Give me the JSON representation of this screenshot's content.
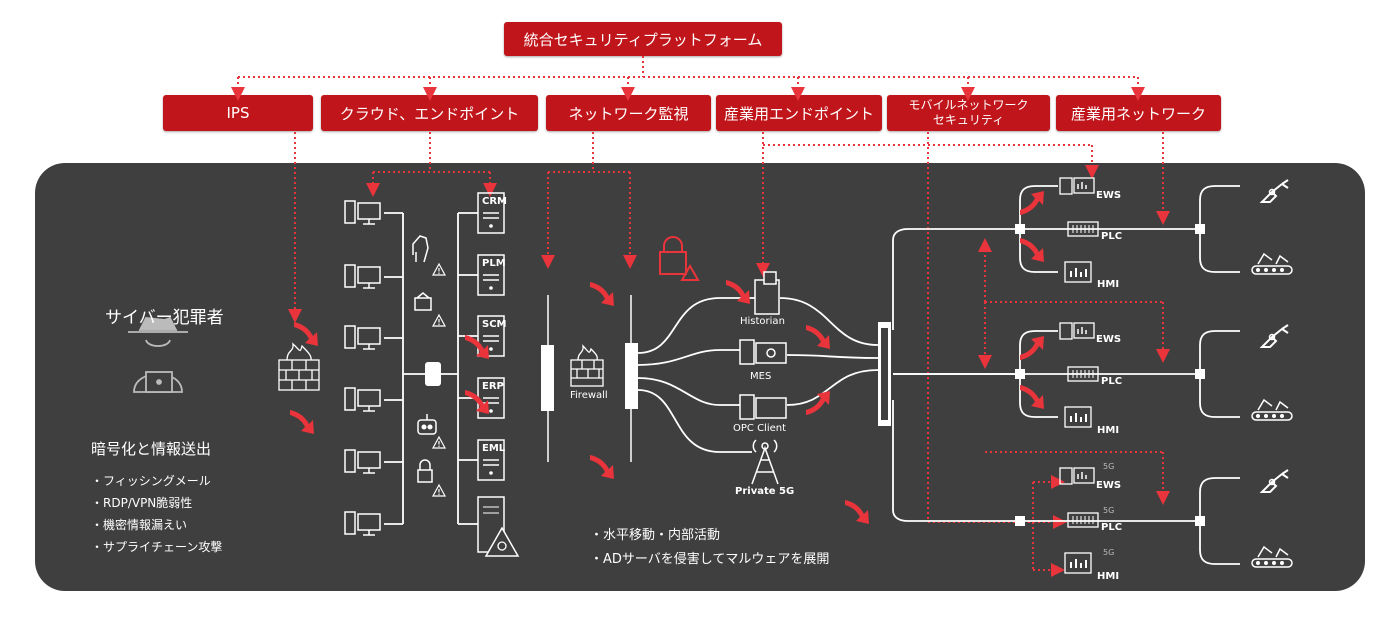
{
  "platform": {
    "title": "統合セキュリティプラットフォーム"
  },
  "categories": [
    {
      "label": "IPS"
    },
    {
      "label": "クラウド、エンドポイント"
    },
    {
      "label": "ネットワーク監視"
    },
    {
      "label": "産業用エンドポイント"
    },
    {
      "label_line1": "モバイルネットワーク",
      "label_line2": "セキュリティ"
    },
    {
      "label": "産業用ネットワーク"
    }
  ],
  "attacker": {
    "title": "サイバー犯罪者",
    "subtitle": "暗号化と情報送出",
    "items": [
      "・フィッシングメール",
      "・RDP/VPN脆弱性",
      "・機密情報漏えい",
      "・サプライチェーン攻撃"
    ]
  },
  "servers": [
    "CRM",
    "PLM",
    "SCM",
    "ERP",
    "EML"
  ],
  "network": {
    "firewall": "Firewall",
    "historian": "Historian",
    "mes": "MES",
    "opc": "OPC Client",
    "private5g": "Private 5G"
  },
  "lateral": {
    "line1": "・水平移動・内部活動",
    "line2": "・ADサーバを侵害してマルウェアを展開"
  },
  "ot_devices": {
    "ews": "EWS",
    "plc": "PLC",
    "hmi": "HMI",
    "fiveg": "5G"
  },
  "colors": {
    "accent": "#c0161b",
    "arrow": "#e8343a",
    "panel": "#3f3f3f",
    "line": "#ffffff"
  }
}
